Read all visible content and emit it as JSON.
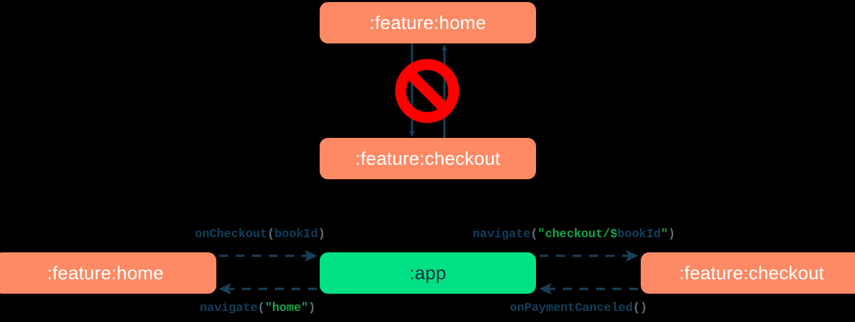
{
  "diagram": {
    "title": "module navigation dependency diagram",
    "background_color": "#000000",
    "colors": {
      "feature_module": "#FD8A64",
      "app_module": "#00E185",
      "edge": "#11405C",
      "forbidden": "#FF0000",
      "string_literal": "#16A64A",
      "label_text": "#0D3B55"
    },
    "top_section": {
      "name": "forbidden-direct-dependency",
      "nodes": [
        {
          "id": "home-top",
          "label": ":feature:home",
          "type": "feature"
        },
        {
          "id": "checkout-top",
          "label": ":feature:checkout",
          "type": "feature"
        }
      ],
      "edges": [
        {
          "from": "home-top",
          "to": "checkout-top",
          "style": "solid",
          "direction": "down"
        },
        {
          "from": "checkout-top",
          "to": "home-top",
          "style": "solid",
          "direction": "up"
        }
      ],
      "marker": {
        "name": "forbidden-icon",
        "symbol": "no-entry"
      }
    },
    "bottom_section": {
      "name": "app-mediated-navigation",
      "nodes": [
        {
          "id": "home-bottom",
          "label": ":feature:home",
          "type": "feature"
        },
        {
          "id": "app",
          "label": ":app",
          "type": "app"
        },
        {
          "id": "checkout-bottom",
          "label": ":feature:checkout",
          "type": "feature"
        }
      ],
      "edges": [
        {
          "id": "home-to-app",
          "from": "home-bottom",
          "to": "app",
          "style": "dashed",
          "direction": "right",
          "label": "onCheckout(bookId)",
          "tokens": [
            {
              "text": "onCheckout",
              "kind": "fn"
            },
            {
              "text": "(",
              "kind": "paren"
            },
            {
              "text": "bookId",
              "kind": "param"
            },
            {
              "text": ")",
              "kind": "paren"
            }
          ]
        },
        {
          "id": "app-to-checkout",
          "from": "app",
          "to": "checkout-bottom",
          "style": "dashed",
          "direction": "right",
          "label": "navigate(\"checkout/$bookId\")",
          "tokens": [
            {
              "text": "navigate",
              "kind": "fn"
            },
            {
              "text": "(",
              "kind": "paren"
            },
            {
              "text": "\"checkout/",
              "kind": "string"
            },
            {
              "text": "$",
              "kind": "string"
            },
            {
              "text": "bookId",
              "kind": "interp"
            },
            {
              "text": "\"",
              "kind": "string"
            },
            {
              "text": ")",
              "kind": "paren"
            }
          ]
        },
        {
          "id": "app-to-home",
          "from": "app",
          "to": "home-bottom",
          "style": "dashed",
          "direction": "left",
          "label": "navigate(\"home\")",
          "tokens": [
            {
              "text": "navigate",
              "kind": "fn"
            },
            {
              "text": "(",
              "kind": "paren"
            },
            {
              "text": "\"home\"",
              "kind": "string"
            },
            {
              "text": ")",
              "kind": "paren"
            }
          ]
        },
        {
          "id": "checkout-to-app",
          "from": "checkout-bottom",
          "to": "app",
          "style": "dashed",
          "direction": "left",
          "label": "onPaymentCanceled()",
          "tokens": [
            {
              "text": "onPaymentCanceled",
              "kind": "fn"
            },
            {
              "text": "()",
              "kind": "paren"
            }
          ]
        }
      ]
    }
  }
}
